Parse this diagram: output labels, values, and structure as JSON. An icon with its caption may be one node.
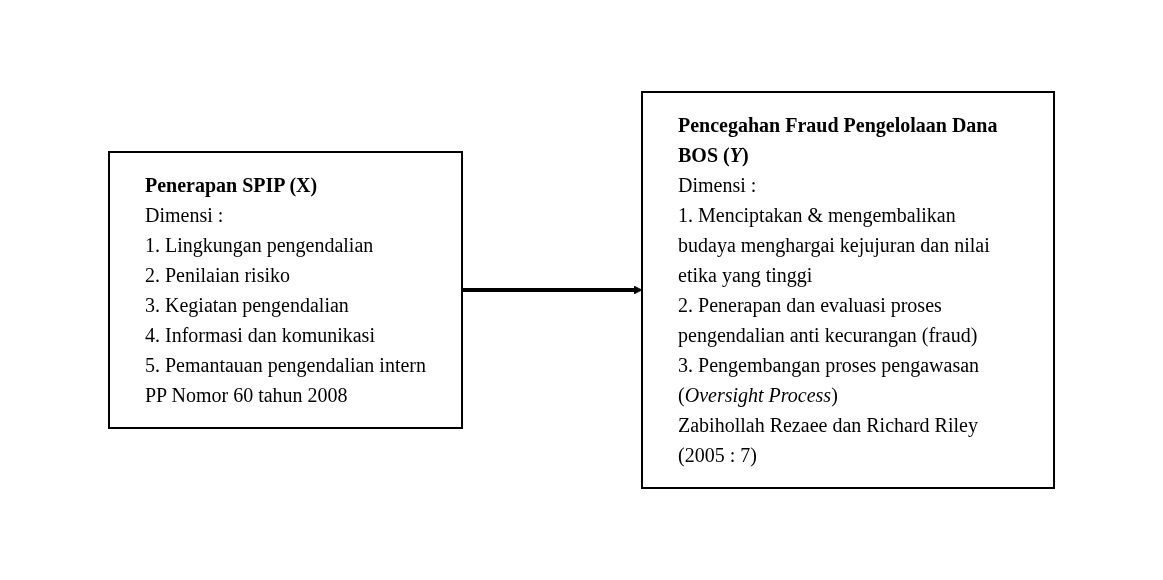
{
  "diagram": {
    "nodes": [
      {
        "text": [
          "Penerapan SPIP (X)",
          "Dimensi :",
          "1. Lingkungan pengendalian",
          "2. Penilaian risiko",
          "3. Kegiatan pengendalian",
          "4. Informasi dan komunikasi",
          "5. Pemantauan pengendalian intern",
          "PP Nomor 60 tahun 2008"
        ]
      },
      {
        "text": [
          "Pencegahan Fraud Pengelolaan Dana BOS (*Y*)",
          "Dimensi :",
          "1. Menciptakan & mengembalikan budaya menghargai kejujuran dan nilai etika yang tinggi",
          "2. Penerapan dan evaluasi proses pengendalian anti kecurangan (fraud)",
          "3. Pengembangan proses pengawasan (*Oversight Process*)",
          "Zabihollah Rezaee dan Richard Riley (2005 : 7)"
        ]
      }
    ],
    "edges": [
      {
        "from": 0,
        "to": 1,
        "arrow": "to"
      }
    ]
  }
}
